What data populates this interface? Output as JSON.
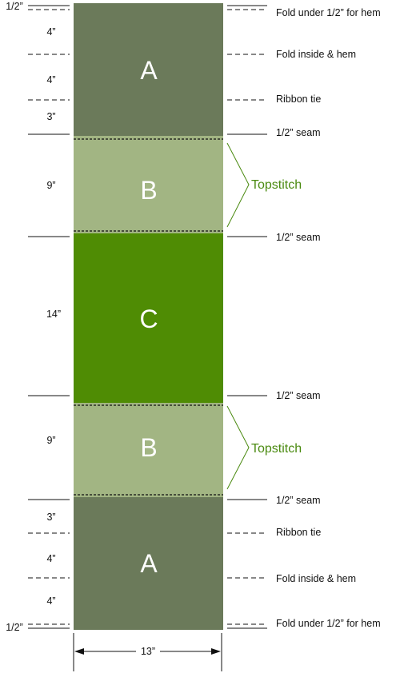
{
  "colors": {
    "panel_a": "#6b7a5a",
    "panel_b": "#a2b583",
    "panel_c": "#4f8c04",
    "topstitch": "#4a8a10"
  },
  "segments": {
    "a_top": "A",
    "b_top": "B",
    "c": "C",
    "b_bottom": "B",
    "a_bottom": "A"
  },
  "measurements": {
    "top_half": "1/2”",
    "top_4a": "4”",
    "top_4b": "4”",
    "top_3": "3”",
    "b_top_9": "9”",
    "c_14": "14”",
    "b_bottom_9": "9”",
    "bottom_3": "3”",
    "bottom_4a": "4”",
    "bottom_4b": "4”",
    "bottom_half": "1/2”",
    "width": "13”"
  },
  "right_labels": {
    "fold_hem_top": "Fold under 1/2” for hem",
    "fold_inside_top": "Fold inside & hem",
    "ribbon_top": "Ribbon tie",
    "seam_1": "1/2” seam",
    "topstitch_top": "Topstitch",
    "seam_2": "1/2” seam",
    "seam_3": "1/2” seam",
    "topstitch_bottom": "Topstitch",
    "seam_4": "1/2” seam",
    "ribbon_bottom": "Ribbon tie",
    "fold_inside_bottom": "Fold inside & hem",
    "fold_hem_bottom": "Fold under 1/2” for hem"
  }
}
